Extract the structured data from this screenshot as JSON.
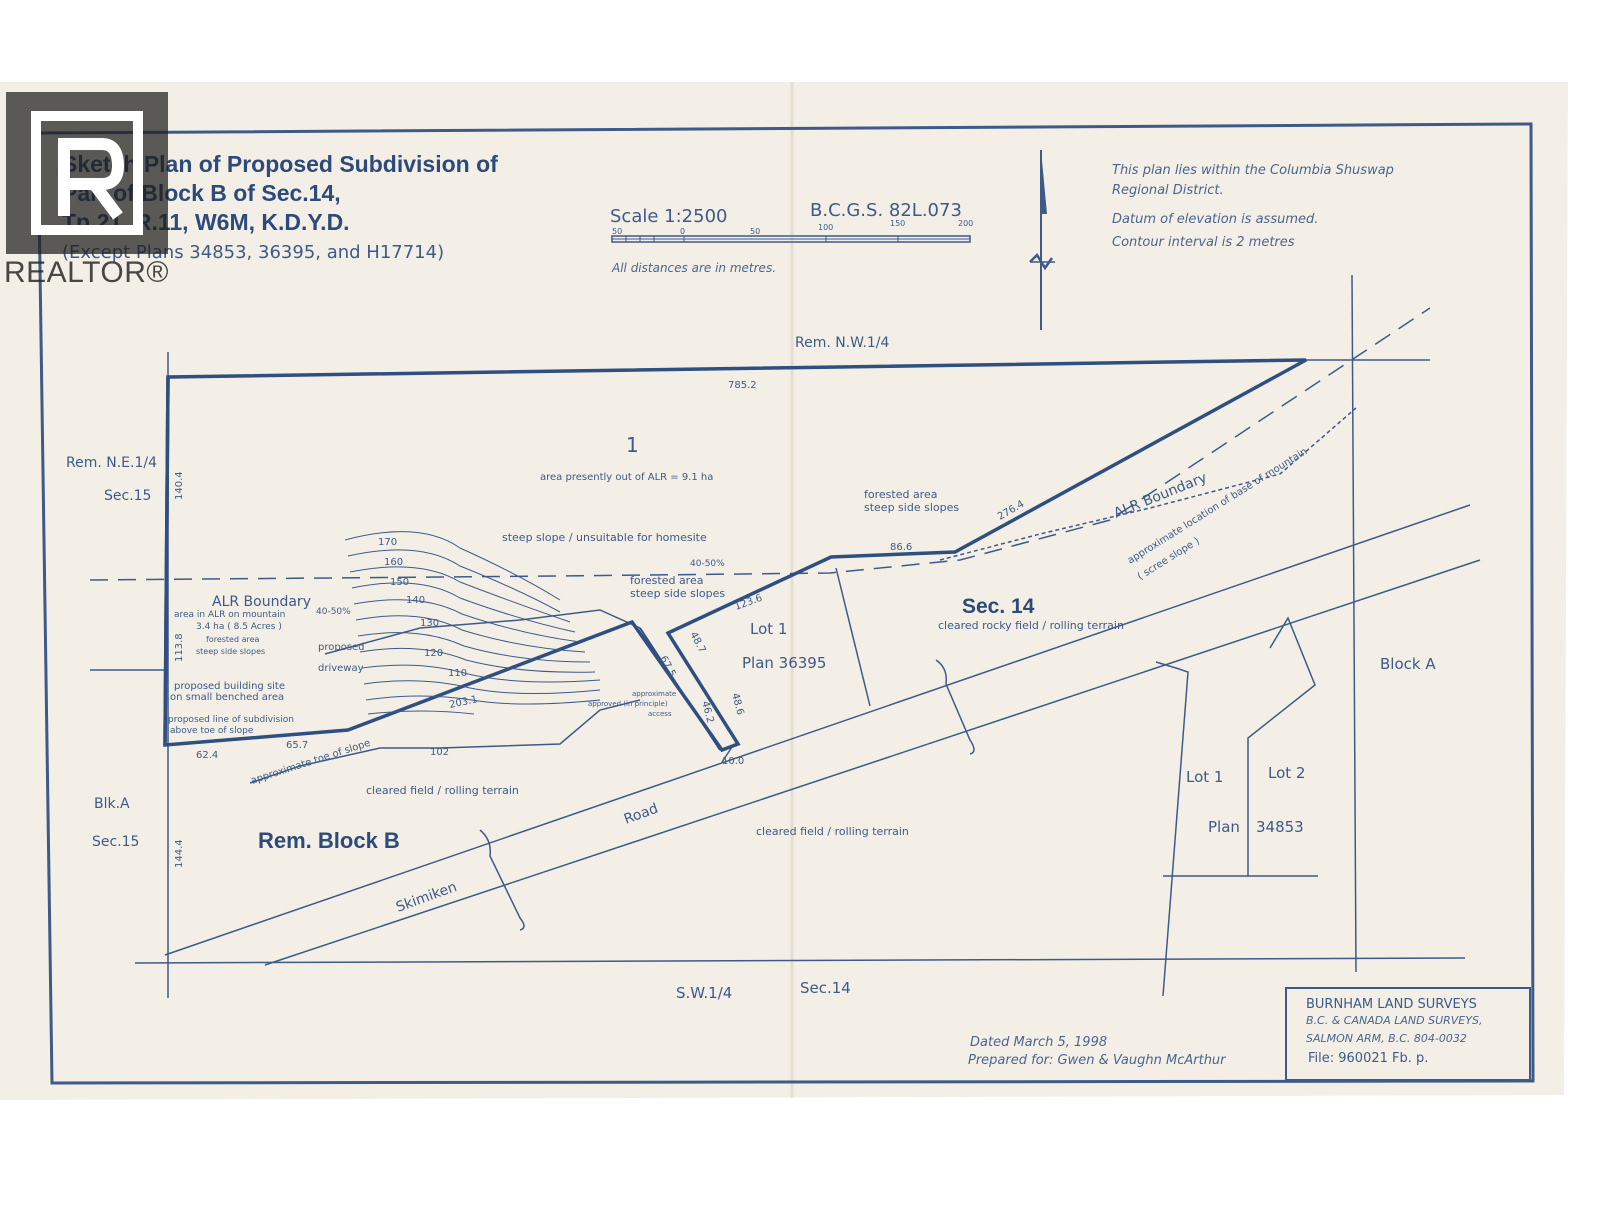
{
  "title": {
    "line1": "Sketch Plan of Proposed Subdivision of",
    "line2": "Part of Block B of Sec.14,",
    "line3": "Tp.21, R.11, W6M, K.D.Y.D.",
    "line4": "(Except Plans 34853, 36395, and H17714)"
  },
  "scale": {
    "label": "Scale 1:2500",
    "bcgs": "B.C.G.S. 82L.073",
    "ticks": [
      "50",
      "0",
      "50",
      "100",
      "150",
      "200"
    ],
    "units_note": "All distances are in metres."
  },
  "notes": {
    "line1": "This plan lies within the Columbia Shuswap",
    "line2": "Regional District.",
    "line3": "Datum of elevation is assumed.",
    "line4": "Contour interval is 2 metres"
  },
  "labels": {
    "rem_nw": "Rem. N.W.1/4",
    "rem_ne": "Rem. N.E.1/4",
    "sec15_top": "Sec.15",
    "blk_a_left": "Blk.A",
    "sec15_bottom": "Sec.15",
    "rem_block_b": "Rem. Block B",
    "sec14_center": "Sec. 14",
    "block_a_right": "Block A",
    "sw": "S.W.1/4",
    "sec14_bottom": "Sec.14",
    "lot1_plan": "Lot 1",
    "plan_36395": "Plan 36395",
    "lot1_right": "Lot 1",
    "lot2_right": "Lot 2",
    "plan_right": "Plan",
    "plan_34853": "34853",
    "parcel_one": "1",
    "road1": "Road",
    "road2": "Skimiken",
    "alr_left": "ALR Boundary",
    "alr_right": "ALR Boundary",
    "area_out": "area presently out of ALR = 9.1 ha",
    "forested_ne": "forested area",
    "steep_ne": "steep side slopes",
    "steep_slope": "steep slope / unsuitable for homesite",
    "pct_40_50_a": "40-50%",
    "pct_40_50_b": "40-50%",
    "forested_mid": "forested area",
    "steep_mid": "steep side slopes",
    "area_in_alr": "area in ALR on mountain",
    "area_ha": "3.4 ha ( 8.5 Acres )",
    "forested_l": "forested area",
    "steep_l": "steep side slopes",
    "proposed": "proposed",
    "driveway": "driveway",
    "bld1": "proposed building site",
    "bld2": "on small benched area",
    "sub1": "proposed line of subdivision",
    "sub2": "above toe of slope",
    "toe": "approximate toe of slope",
    "approx_access1": "approximate",
    "approx_access2": "approved (in principle)",
    "approx_access3": "access",
    "cleared_rocky": "cleared rocky field / rolling terrain",
    "cleared_left": "cleared field / rolling terrain",
    "cleared_mid": "cleared field / rolling terrain",
    "mountain1": "approximate location of base of mountain",
    "mountain2": "( scree slope )"
  },
  "dimensions": {
    "d785": "785.2",
    "d140": "140.4",
    "d113": "113.8",
    "d144": "144.4",
    "d62": "62.4",
    "d65": "65.7",
    "d203": "203.1",
    "d102": "102",
    "d123": "123.6",
    "d48_7": "48.7",
    "d67_5": "67.5",
    "d46_2": "46.2",
    "d48_6": "48.6",
    "d10": "10.0",
    "d86": "86.6",
    "d276": "276.4"
  },
  "contours": [
    "170",
    "160",
    "150",
    "140",
    "130",
    "120",
    "110"
  ],
  "footer": {
    "dated": "Dated March 5, 1998",
    "prepared": "Prepared for: Gwen & Vaughn McArthur",
    "company": "BURNHAM LAND SURVEYS",
    "company2": "B.C. & CANADA LAND SURVEYS,",
    "company3": "SALMON ARM, B.C.  804-0032",
    "file": "File: 960021   Fb.        p."
  },
  "watermark": {
    "text": "REALTOR®"
  },
  "colors": {
    "ink": "#3d5a88",
    "paper": "#f3efe6",
    "boundary": "#2e4f7f"
  }
}
